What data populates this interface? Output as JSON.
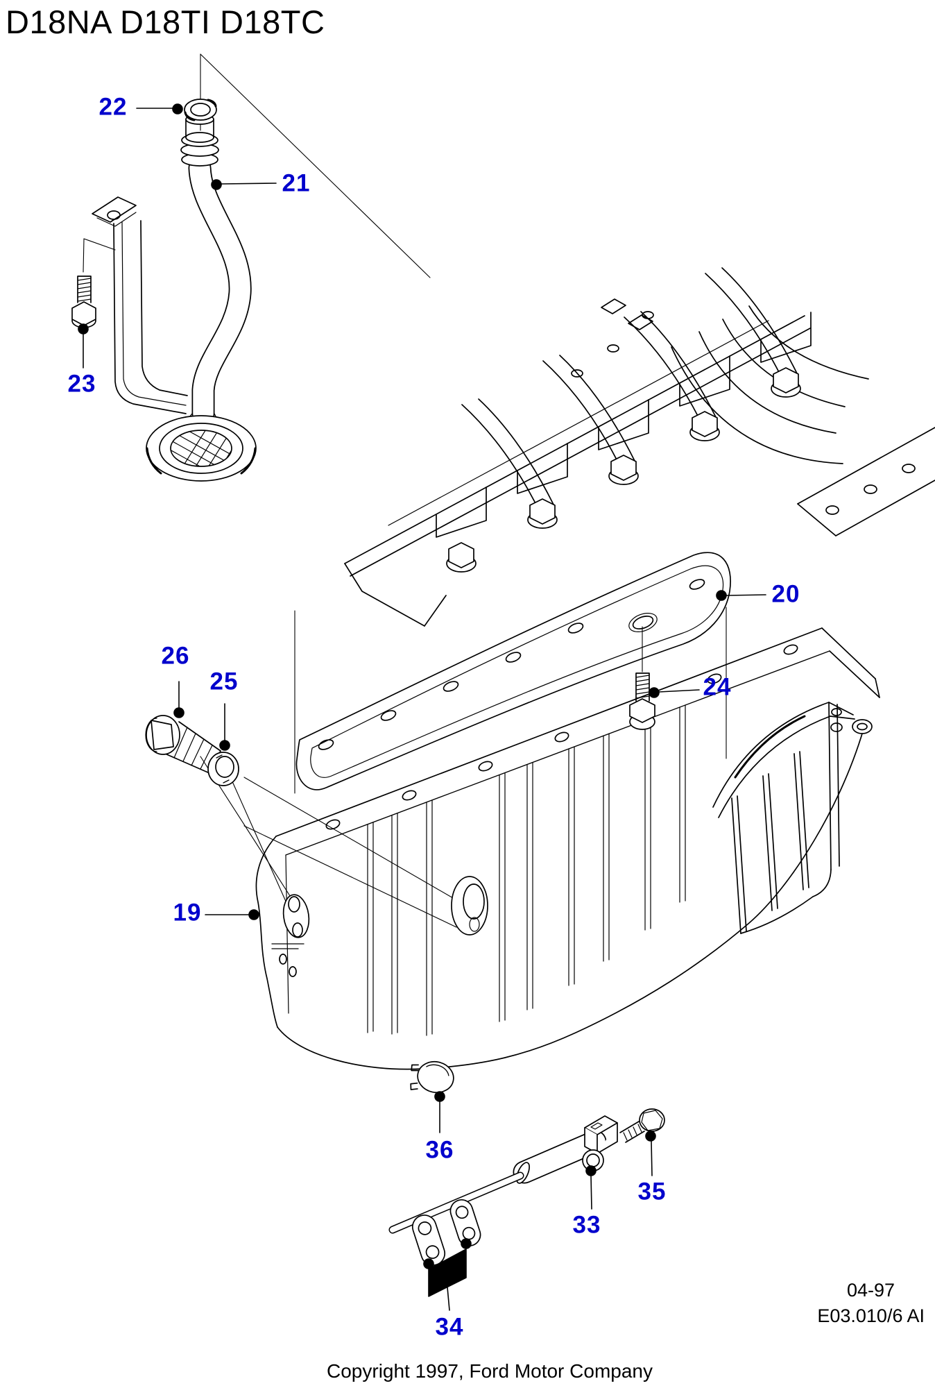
{
  "header": {
    "title": "D18NA D18TI D18TC"
  },
  "footer": {
    "copyright": "Copyright 1997, Ford Motor Company"
  },
  "ref": {
    "date": "04-97",
    "code": "E03.010/6 AI"
  },
  "colors": {
    "callout": "#0000cc",
    "line": "#000000",
    "background": "#ffffff"
  },
  "callouts": {
    "c19": {
      "label": "19"
    },
    "c20": {
      "label": "20"
    },
    "c21": {
      "label": "21"
    },
    "c22": {
      "label": "22"
    },
    "c23": {
      "label": "23"
    },
    "c24": {
      "label": "24"
    },
    "c25": {
      "label": "25"
    },
    "c26": {
      "label": "26"
    },
    "c33": {
      "label": "33"
    },
    "c34": {
      "label": "34"
    },
    "c35": {
      "label": "35"
    },
    "c36": {
      "label": "36"
    }
  }
}
